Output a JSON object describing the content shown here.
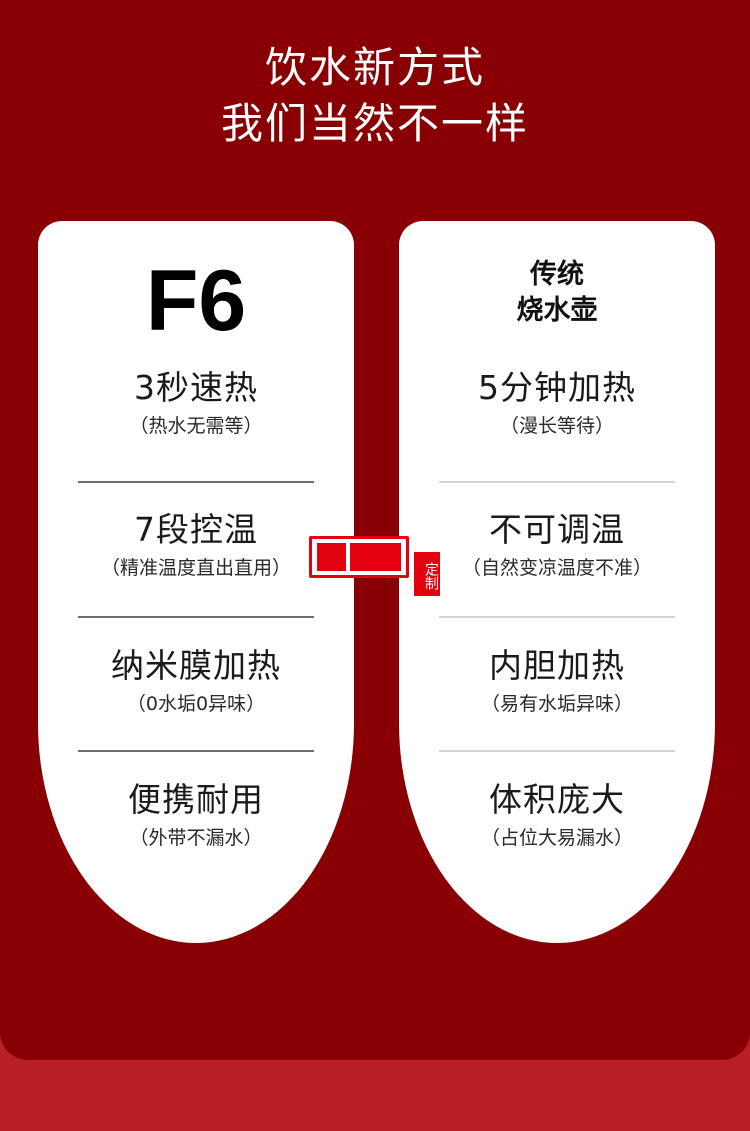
{
  "headline": {
    "line1": "饮水新方式",
    "line2": "我们当然不一样"
  },
  "colors": {
    "panel_bg": "#890004",
    "page_bg": "#b81f26",
    "card_bg": "#ffffff",
    "accent_red": "#e3000f"
  },
  "left_card": {
    "title": "F6",
    "features": [
      {
        "main": "3秒速热",
        "sub": "（热水无需等）"
      },
      {
        "main": "7段控温",
        "sub": "（精准温度直出直用）"
      },
      {
        "main": "纳米膜加热",
        "sub": "（0水垢0异味）"
      },
      {
        "main": "便携耐用",
        "sub": "（外带不漏水）"
      }
    ]
  },
  "right_card": {
    "title_line1": "传统",
    "title_line2": "烧水壶",
    "features": [
      {
        "main": "5分钟加热",
        "sub": "（漫长等待）"
      },
      {
        "main": "不可调温",
        "sub": "（自然变凉温度不准）"
      },
      {
        "main": "内胆加热",
        "sub": "（易有水垢异味）"
      },
      {
        "main": "体积庞大",
        "sub": "（占位大易漏水）"
      }
    ]
  },
  "watermark": {
    "stamp_text": "定制"
  }
}
